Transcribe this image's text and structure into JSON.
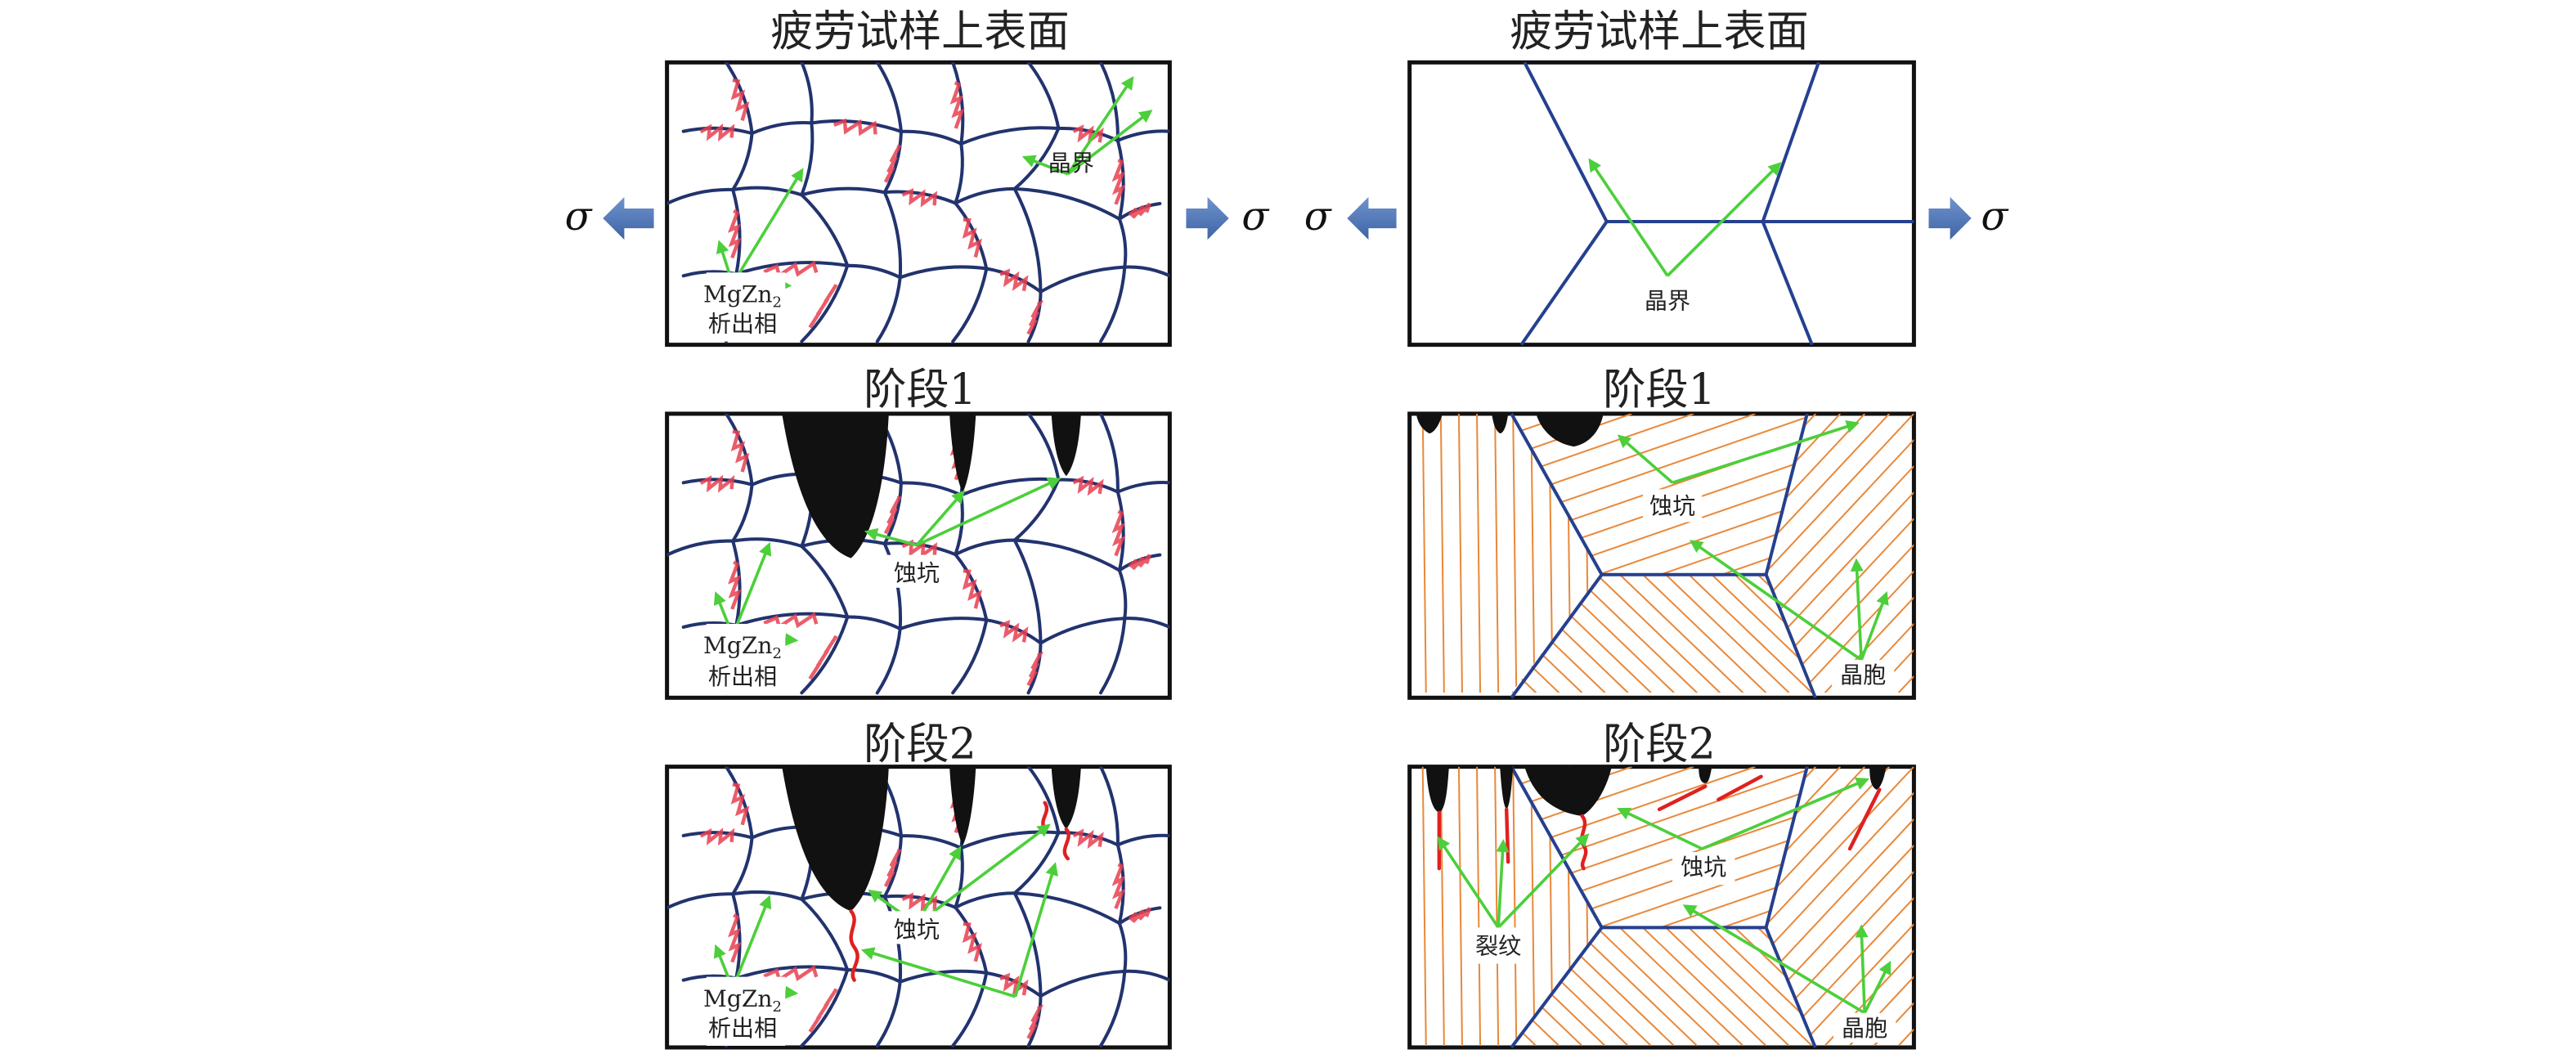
{
  "titles": {
    "left_top": "疲劳试样上表面",
    "right_top": "疲劳试样上表面"
  },
  "stages": {
    "stage1_left": "阶段1",
    "stage1_right": "阶段1",
    "stage2_left": "阶段2",
    "stage2_right": "阶段2"
  },
  "stress_symbol": "σ",
  "labels": {
    "grain_boundary": "晶界",
    "precipitate_formula": "MgZn",
    "precipitate_subscript": "2",
    "precipitate_phase": "析出相",
    "pit": "蚀坑",
    "cell": "晶胞",
    "crack": "裂纹"
  },
  "colors": {
    "grain_boundary": "#22336e",
    "arrow": "#4ccf3a",
    "precipitate": "#e84050",
    "slip_lines": "#e8893a",
    "crack": "#e02020",
    "stress_arrow": "#4a72b0"
  }
}
